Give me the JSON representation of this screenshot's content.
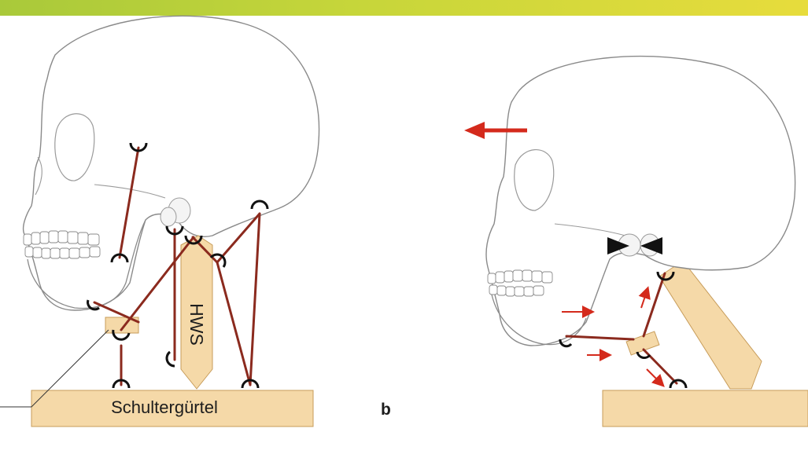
{
  "labels": {
    "spine": "HWS",
    "shoulder_girdle": "Schultergürtel",
    "panel_b": "b"
  },
  "colors": {
    "top_band_start": "#a9c93a",
    "top_band_end": "#e7dc3c",
    "muscle_line": "#8b2a1e",
    "force_arrow": "#d42a1c",
    "bone_block": "#f5d9a8",
    "bone_block_edge": "#c79c5a",
    "skull_fill": "#ffffff",
    "skull_outline": "#8a8a8a",
    "joint_mark": "#111111"
  },
  "icons": {
    "left_direction": "arrow-left-icon",
    "compression_left": "triangle-right-icon",
    "compression_right": "triangle-left-icon"
  }
}
